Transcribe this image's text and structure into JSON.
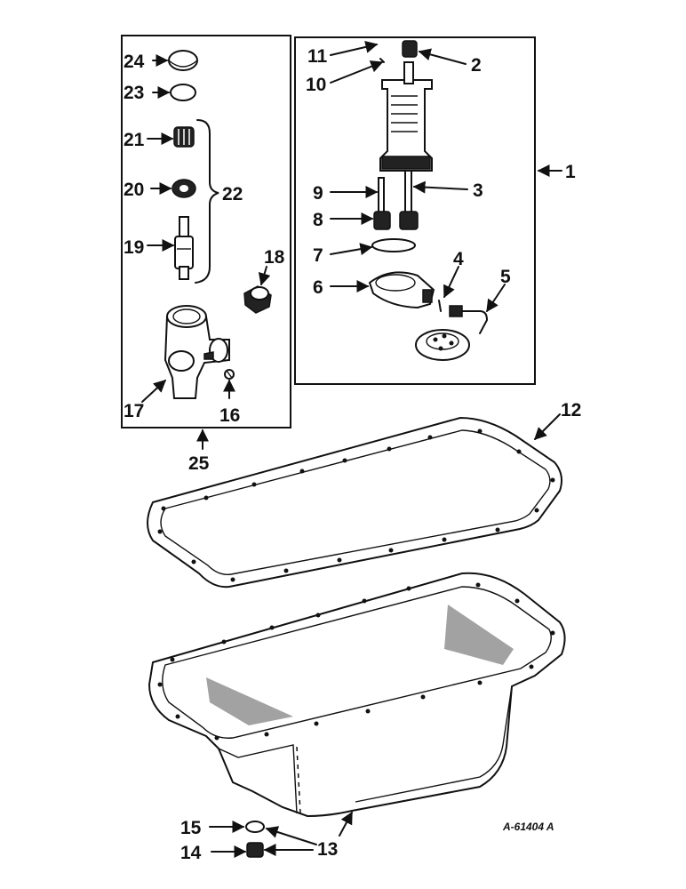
{
  "callouts": {
    "c1": "1",
    "c2": "2",
    "c3": "3",
    "c4": "4",
    "c5": "5",
    "c6": "6",
    "c7": "7",
    "c8": "8",
    "c9": "9",
    "c10": "10",
    "c11": "11",
    "c12": "12",
    "c13": "13",
    "c14": "14",
    "c15": "15",
    "c16": "16",
    "c17": "17",
    "c18": "18",
    "c19": "19",
    "c20": "20",
    "c21": "21",
    "c22": "22",
    "c23": "23",
    "c24": "24",
    "c25": "25"
  },
  "reference_code": "A-61404 A"
}
